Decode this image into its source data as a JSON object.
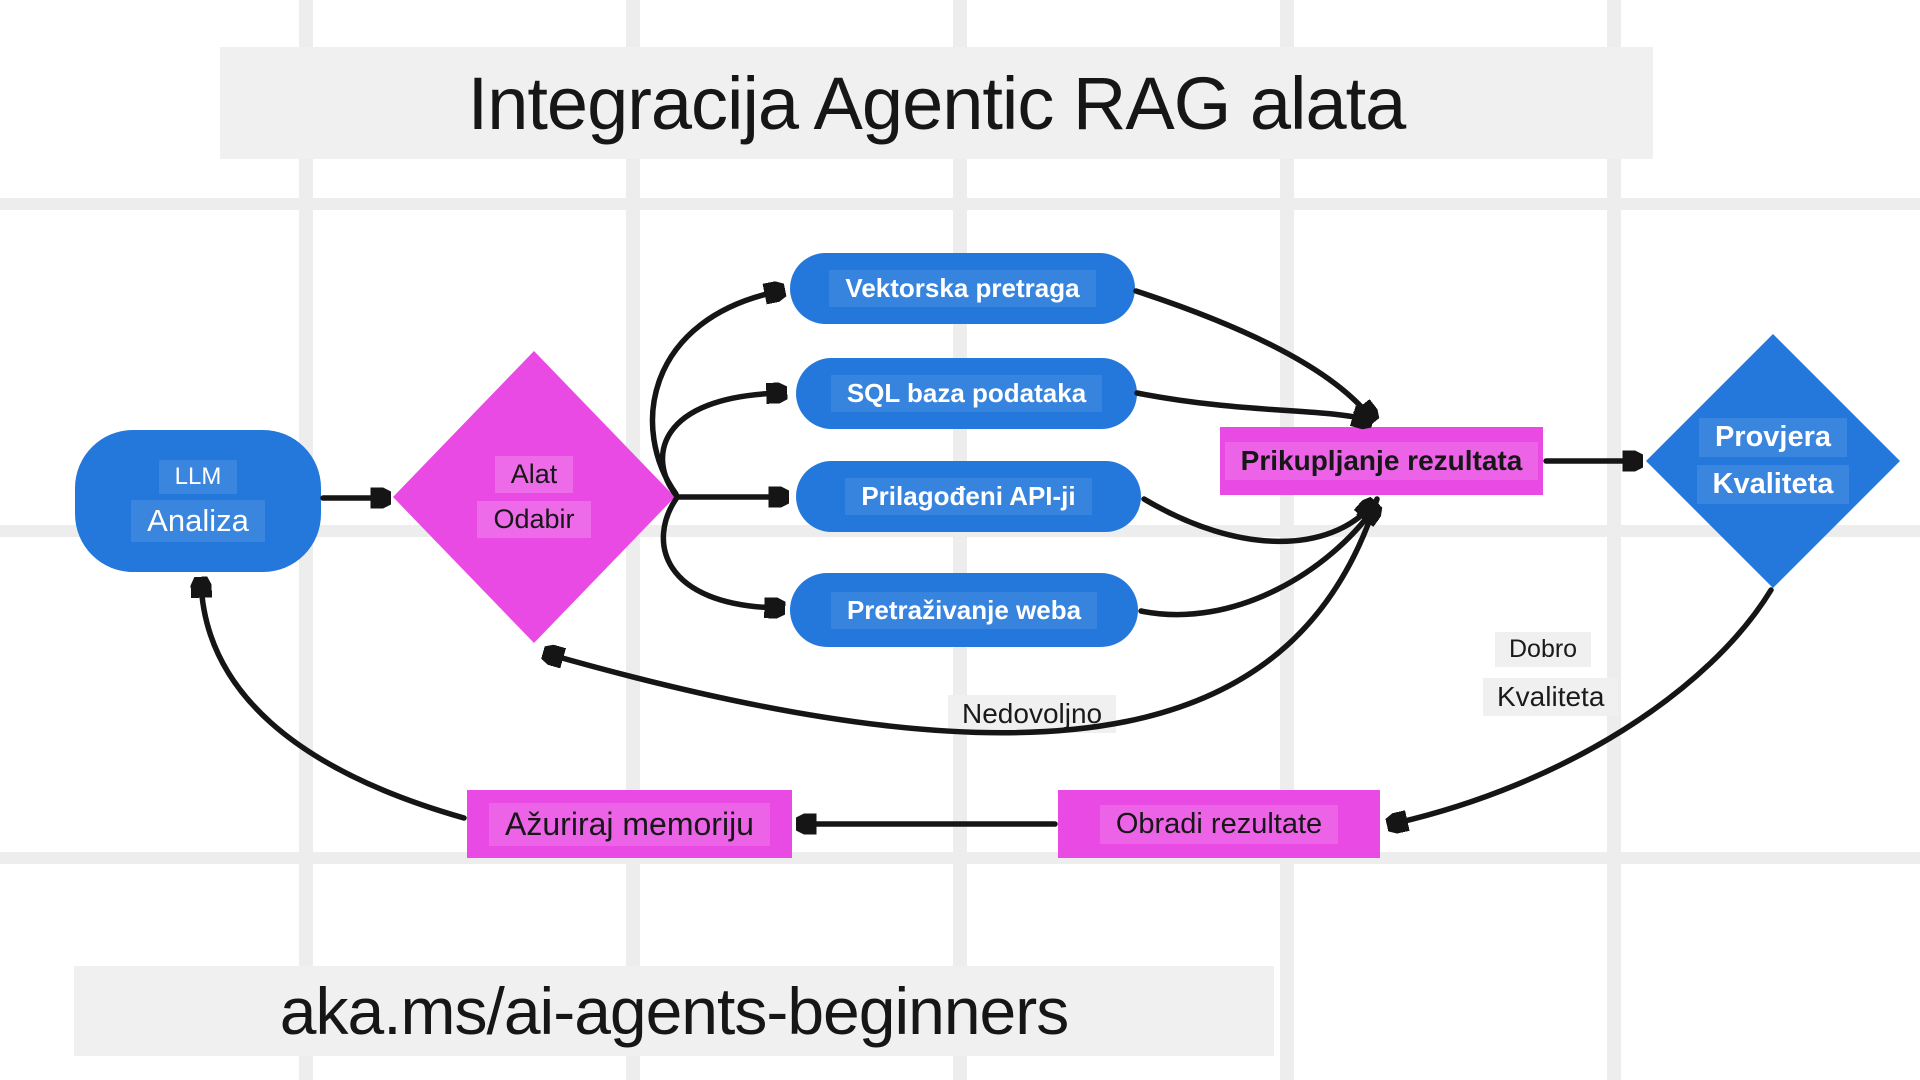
{
  "title": "Integracija Agentic RAG alata",
  "footer": "aka.ms/ai-agents-beginners",
  "nodes": {
    "llm": {
      "line1": "LLM",
      "line2": "Analiza"
    },
    "tool_selection": {
      "line1": "Alat",
      "line2": "Odabir"
    },
    "tools": [
      "Vektorska pretraga",
      "SQL baza podataka",
      "Prilagođeni API-ji",
      "Pretraživanje weba"
    ],
    "collect_results": "Prikupljanje rezultata",
    "quality_check": {
      "line1": "Provjera",
      "line2": "Kvaliteta"
    },
    "process_results": "Obradi rezultate",
    "update_memory": "Ažuriraj memoriju"
  },
  "edge_labels": {
    "good": {
      "line1": "Dobro",
      "line2": "Kvaliteta"
    },
    "insufficient": "Nedovoljno"
  },
  "colors": {
    "node_blue": "#2478db",
    "node_magenta": "#e94ae4",
    "label_gray": "#f0f0f0",
    "arrow_black": "#151515",
    "grid_gray": "#ededed",
    "background": "#ffffff"
  }
}
